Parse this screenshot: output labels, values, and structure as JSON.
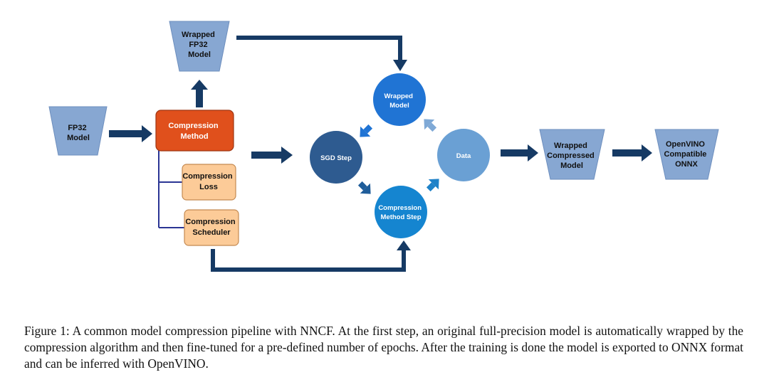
{
  "colors": {
    "trapezoid": "#87A7D2",
    "compression_method": "#E0501C",
    "compression_sub": "#FCCB98",
    "arrow": "#163A64",
    "tree_line": "#2A3594",
    "wrapped_model_circle": "#2074D4",
    "sgd_circle": "#2E5B90",
    "compression_step_circle": "#1585D0",
    "data_circle": "#6AA0D4"
  },
  "nodes": {
    "fp32_model": [
      "FP32",
      "Model"
    ],
    "wrapped_fp32_model": [
      "Wrapped",
      "FP32",
      "Model"
    ],
    "compression_method": [
      "Compression",
      "Method"
    ],
    "compression_loss": [
      "Compression",
      "Loss"
    ],
    "compression_scheduler": [
      "Compression",
      "Scheduler"
    ],
    "wrapped_model": [
      "Wrapped",
      "Model"
    ],
    "sgd_step": [
      "SGD Step"
    ],
    "compression_method_step": [
      "Compression",
      "Method Step"
    ],
    "data": [
      "Data"
    ],
    "wrapped_compressed_model": [
      "Wrapped",
      "Compressed",
      "Model"
    ],
    "openvino_onnx": [
      "OpenVINO",
      "Compatible",
      "ONNX"
    ]
  },
  "caption": {
    "text": "Figure 1: A common model compression pipeline with NNCF. At the first step, an original full-precision model is automatically wrapped by the compression algorithm and then fine-tuned for a pre-defined number of epochs. After the training is done the model is exported to ONNX format and can be inferred with OpenVINO."
  }
}
